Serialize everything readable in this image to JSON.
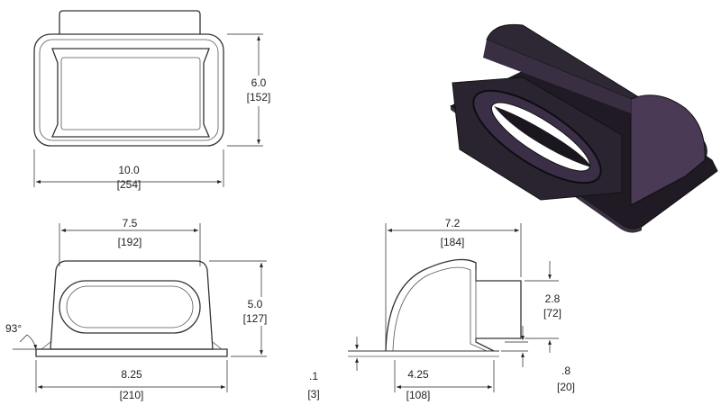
{
  "dimensions": {
    "top_view": {
      "height_in": "6.0",
      "height_mm": "[152]",
      "width_in": "10.0",
      "width_mm": "[254]"
    },
    "front_view": {
      "opening_width_in": "7.5",
      "opening_width_mm": "[192]",
      "height_in": "5.0",
      "height_mm": "[127]",
      "base_width_in": "8.25",
      "base_width_mm": "[210]",
      "angle": "93°"
    },
    "side_view": {
      "depth_in": "7.2",
      "depth_mm": "[184]",
      "outlet_height_in": "2.8",
      "outlet_height_mm": "[72]",
      "flange_thickness_in": ".1",
      "flange_thickness_mm": "[3]",
      "base_depth_in": "4.25",
      "base_depth_mm": "[108]",
      "outlet_offset_in": ".8",
      "outlet_offset_mm": "[20]"
    }
  },
  "colors": {
    "iso_body": "#2a2430",
    "iso_shade": "#4a3a55",
    "line": "#333333"
  }
}
